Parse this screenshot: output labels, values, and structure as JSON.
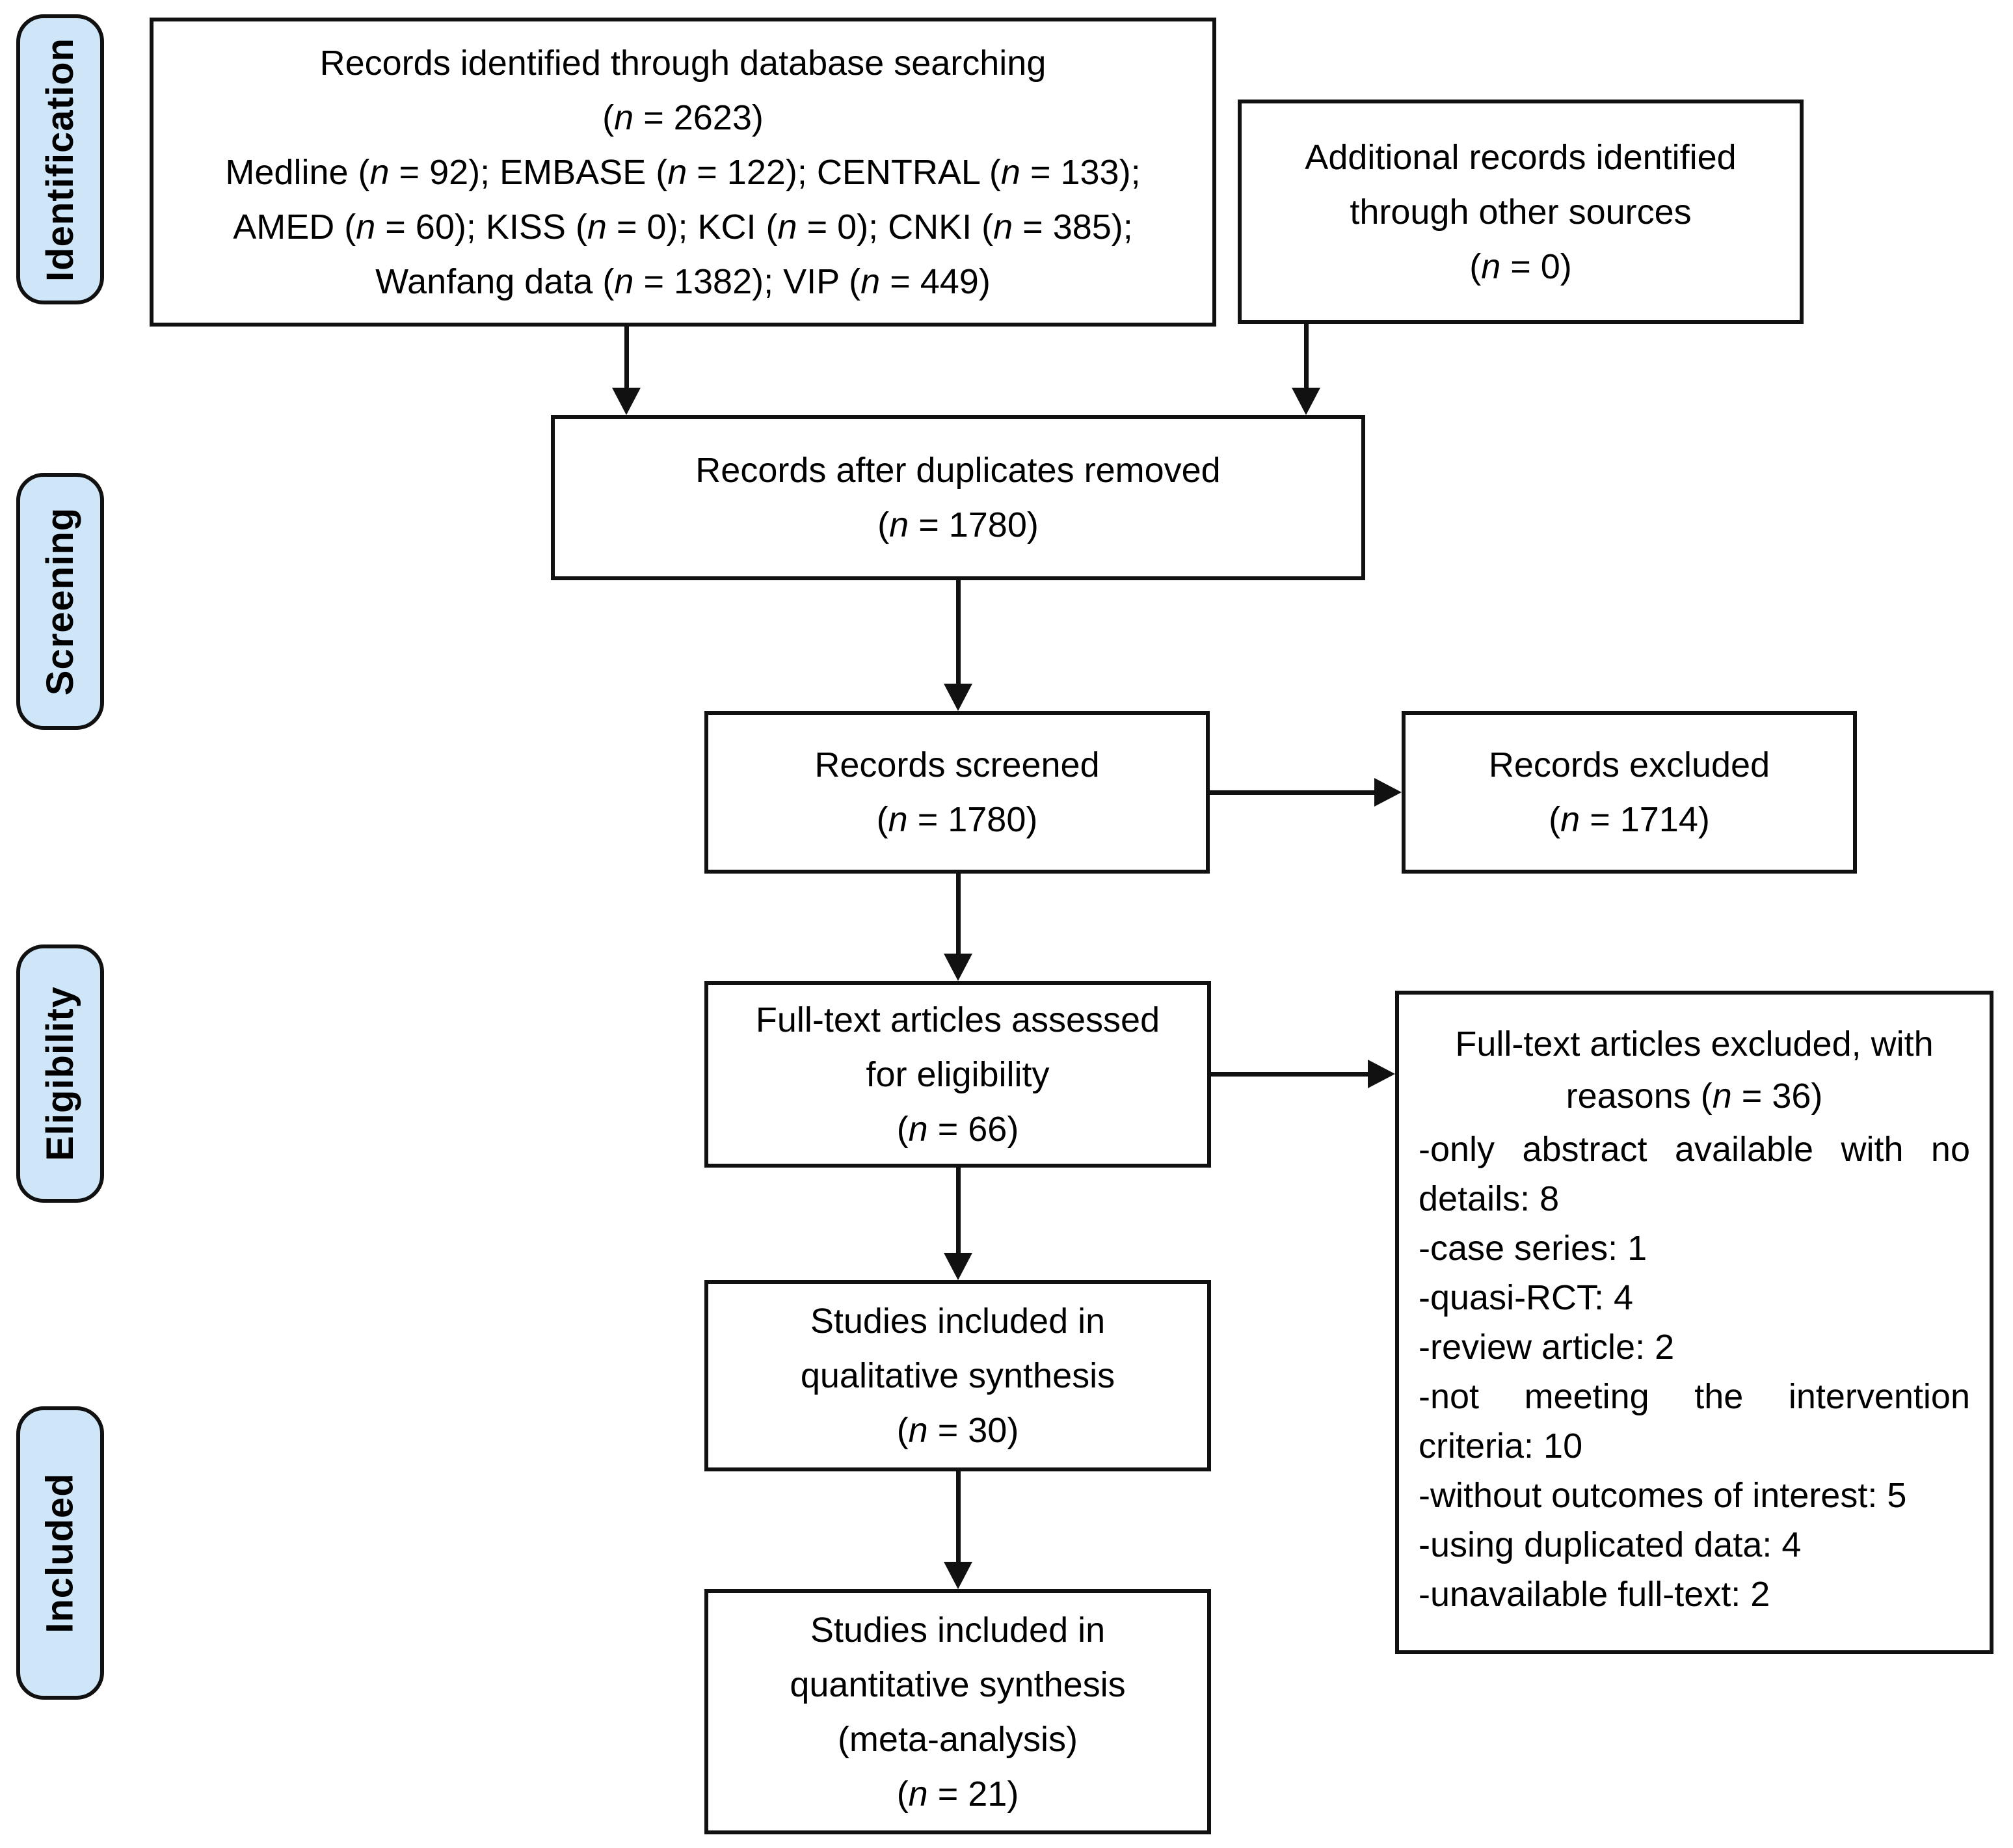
{
  "title": "PRISMA flow diagram",
  "colors": {
    "stage_fill": "#cfe6f8",
    "box_fill": "#ffffff",
    "border": "#111111",
    "text": "#000000",
    "page_bg": "#ffffff"
  },
  "sidebar": {
    "stages": [
      {
        "label": "Identification"
      },
      {
        "label": "Screening"
      },
      {
        "label": "Eligibility"
      },
      {
        "label": "Included"
      }
    ]
  },
  "boxes": {
    "identified": {
      "lines": [
        "Records identified through database searching",
        "(n = 2623)",
        "Medline (n = 92); EMBASE (n = 122); CENTRAL (n = 133);",
        "AMED (n = 60); KISS (n = 0); KCI (n = 0); CNKI (n = 385);",
        "Wanfang data (n = 1382); VIP (n = 449)"
      ]
    },
    "additional": {
      "lines": [
        "Additional records identified",
        "through other sources",
        "(n = 0)"
      ]
    },
    "deduplicated": {
      "lines": [
        "Records after duplicates removed",
        "(n = 1780)"
      ]
    },
    "screened": {
      "lines": [
        "Records screened",
        "(n = 1780)"
      ]
    },
    "excluded": {
      "lines": [
        "Records excluded",
        "(n = 1714)"
      ]
    },
    "fulltext": {
      "lines": [
        "Full-text articles assessed",
        "for eligibility",
        "(n = 66)"
      ]
    },
    "fulltext_excluded": {
      "title_lines": [
        "Full-text articles excluded, with",
        "reasons (n = 36)"
      ],
      "reasons": [
        "-only abstract available with no details: 8",
        "-case series: 1",
        "-quasi-RCT: 4",
        "-review article: 2",
        "-not meeting the intervention criteria: 10",
        "-without outcomes of interest: 5",
        "-using duplicated data: 4",
        "-unavailable full-text: 2"
      ]
    },
    "qualitative": {
      "lines": [
        "Studies included in",
        "qualitative synthesis",
        "(n = 30)"
      ]
    },
    "quantitative": {
      "lines": [
        "Studies included in",
        "quantitative synthesis",
        "(meta-analysis)",
        "(n = 21)"
      ]
    }
  }
}
